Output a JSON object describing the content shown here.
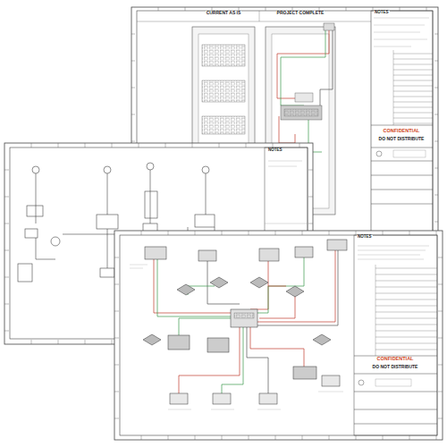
{
  "diagram": {
    "labels": [
      "CURRENT AS IS",
      "PROJECT COMPLETE",
      "NOTES",
      "CONFIDENTIAL",
      "DO NOT DISTRIBUTE",
      "NOTES",
      "NOTES",
      "CONFIDENTIAL",
      "DO NOT DISTRIBUTE"
    ]
  }
}
